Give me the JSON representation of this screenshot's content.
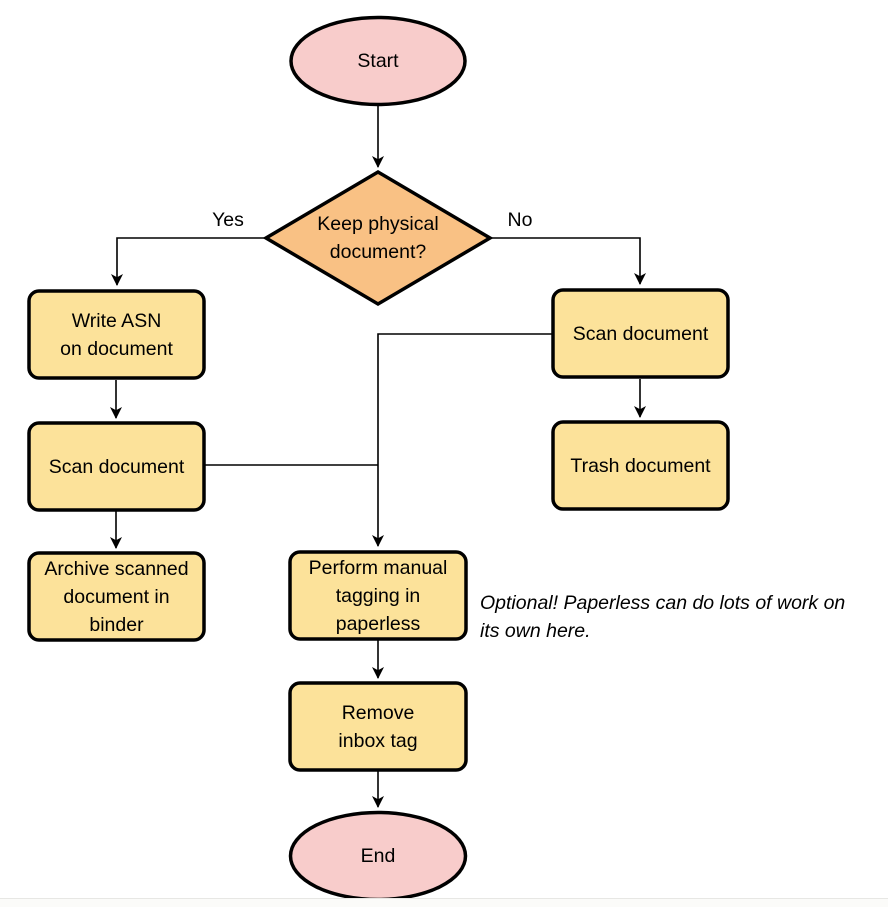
{
  "colors": {
    "terminal_fill": "#F8CCCB",
    "decision_fill": "#F9C184",
    "process_fill": "#FCE29A",
    "stroke": "#000000"
  },
  "nodes": {
    "start": {
      "label": "Start"
    },
    "decision": {
      "label": [
        "Keep physical",
        "document?"
      ]
    },
    "write_asn": {
      "label": [
        "Write ASN",
        "on document"
      ]
    },
    "scan_left": {
      "label": "Scan document"
    },
    "archive": {
      "label": [
        "Archive scanned",
        "document in",
        "binder"
      ]
    },
    "scan_right": {
      "label": "Scan document"
    },
    "trash": {
      "label": "Trash document"
    },
    "tagging": {
      "label": [
        "Perform manual",
        "tagging in",
        "paperless"
      ]
    },
    "remove_inbox": {
      "label": [
        "Remove",
        "inbox tag"
      ]
    },
    "end": {
      "label": "End"
    }
  },
  "edge_labels": {
    "yes": "Yes",
    "no": "No"
  },
  "annotation": [
    "Optional! Paperless can do lots of work on",
    "its own here."
  ]
}
